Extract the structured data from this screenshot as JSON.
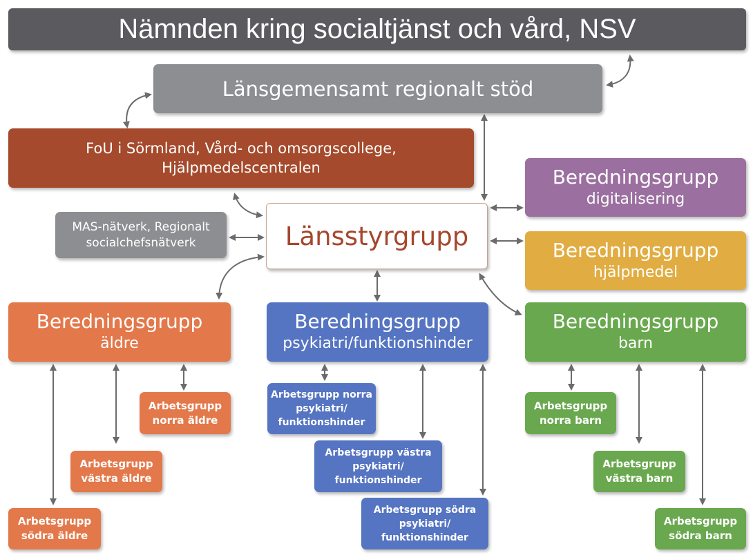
{
  "title": "Nämnden kring socialtjänst och vård, NSV",
  "regional_support": "Länsgemensamt regionalt stöd",
  "fou": {
    "line1": "FoU i Sörmland, Vård- och omsorgscollege,",
    "line2": "Hjälpmedelscentralen"
  },
  "mas": {
    "line1": "MAS-nätverk, Regionalt",
    "line2": "socialchefsnätverk"
  },
  "steering_group": "Länsstyrgrupp",
  "digitalisering": {
    "line1": "Beredningsgrupp",
    "line2": "digitalisering"
  },
  "hjalpmedel": {
    "line1": "Beredningsgrupp",
    "line2": "hjälpmedel"
  },
  "aldre": {
    "line1": "Beredningsgrupp",
    "line2": "äldre",
    "groups": [
      {
        "line1": "Arbetsgrupp",
        "line2": "norra äldre"
      },
      {
        "line1": "Arbetsgrupp",
        "line2": "västra äldre"
      },
      {
        "line1": "Arbetsgrupp",
        "line2": "södra äldre"
      }
    ]
  },
  "psykiatri": {
    "line1": "Beredningsgrupp",
    "line2": "psykiatri/funktionshinder",
    "groups": [
      {
        "line1": "Arbetsgrupp norra",
        "line2": "psykiatri/",
        "line3": "funktionshinder"
      },
      {
        "line1": "Arbetsgrupp västra",
        "line2": "psykiatri/",
        "line3": "funktionshinder"
      },
      {
        "line1": "Arbetsgrupp södra",
        "line2": "psykiatri/",
        "line3": "funktionshinder"
      }
    ]
  },
  "barn": {
    "line1": "Beredningsgrupp",
    "line2": "barn",
    "groups": [
      {
        "line1": "Arbetsgrupp",
        "line2": "norra barn"
      },
      {
        "line1": "Arbetsgrupp",
        "line2": "västra barn"
      },
      {
        "line1": "Arbetsgrupp",
        "line2": "södra barn"
      }
    ]
  },
  "colors": {
    "title": "#5b5b5f",
    "support": "#8d8e91",
    "fou": "#a54a2c",
    "steering_text": "#a5472d",
    "digitalisering": "#9b6f9f",
    "hjalpmedel": "#e1ad42",
    "aldre": "#e3784a",
    "psykiatri": "#5574c2",
    "barn": "#6aa84f",
    "arrow": "#6b6b6b"
  }
}
